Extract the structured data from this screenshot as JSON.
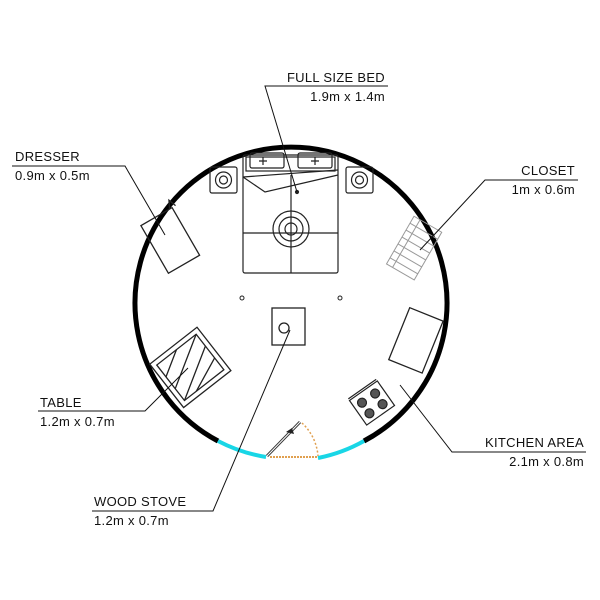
{
  "labels": {
    "bed": {
      "name": "FULL SIZE BED",
      "size": "1.9m x 1.4m"
    },
    "dresser": {
      "name": "DRESSER",
      "size": "0.9m x 0.5m"
    },
    "closet": {
      "name": "CLOSET",
      "size": "1m x 0.6m"
    },
    "table": {
      "name": "TABLE",
      "size": "1.2m x 0.7m"
    },
    "kitchen": {
      "name": "KITCHEN AREA",
      "size": "2.1m x 0.8m"
    },
    "stove": {
      "name": "WOOD STOVE",
      "size": "1.2m x 0.7m"
    }
  },
  "colors": {
    "wall": "#000000",
    "window": "#19d6e6",
    "door_swing": "#e0a050",
    "closet": "#999999"
  }
}
